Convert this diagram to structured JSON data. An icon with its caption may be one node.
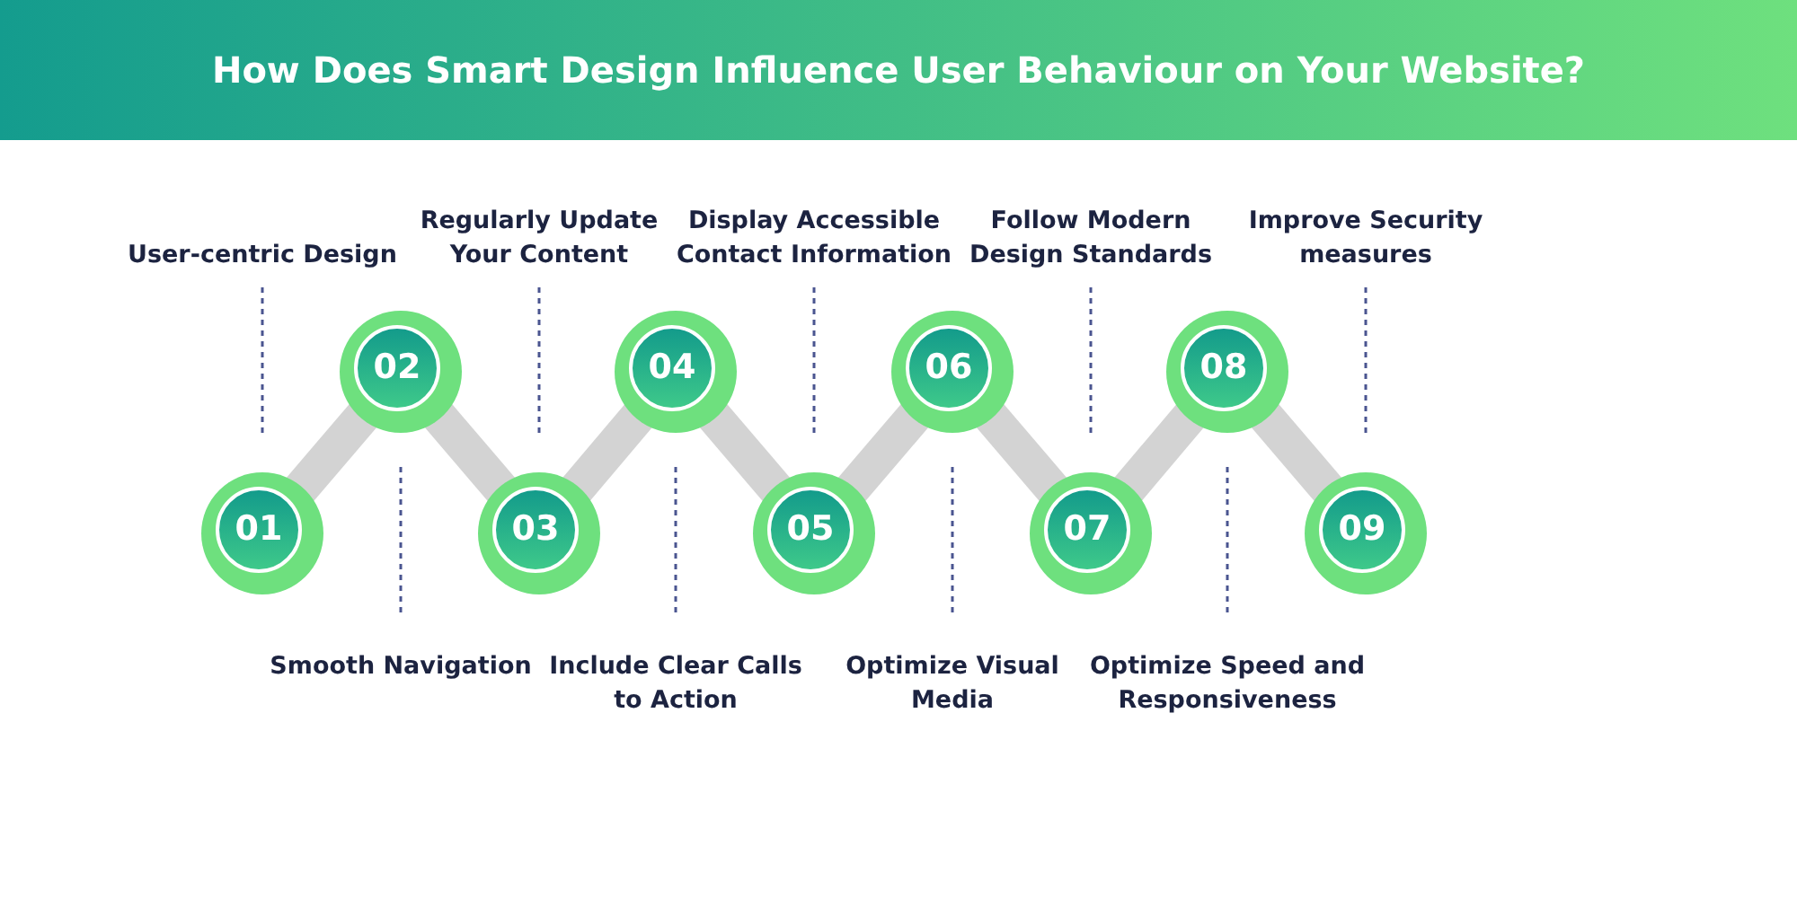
{
  "diagram": {
    "title": "How Does Smart Design Influence User Behaviour on Your Website?",
    "nodes": [
      {
        "text": [
          "01"
        ]
      },
      {
        "text": [
          "02"
        ]
      },
      {
        "text": [
          "03"
        ]
      },
      {
        "text": [
          "04"
        ]
      },
      {
        "text": [
          "05"
        ]
      },
      {
        "text": [
          "06"
        ]
      },
      {
        "text": [
          "07"
        ]
      },
      {
        "text": [
          "08"
        ]
      },
      {
        "text": [
          "09"
        ]
      }
    ],
    "edges": [
      {
        "from": 0,
        "to": 1,
        "arrow": "none"
      },
      {
        "from": 1,
        "to": 2,
        "arrow": "none"
      },
      {
        "from": 2,
        "to": 3,
        "arrow": "none"
      },
      {
        "from": 3,
        "to": 4,
        "arrow": "none"
      },
      {
        "from": 4,
        "to": 5,
        "arrow": "none"
      },
      {
        "from": 5,
        "to": 6,
        "arrow": "none"
      },
      {
        "from": 6,
        "to": 7,
        "arrow": "none"
      },
      {
        "from": 7,
        "to": 8,
        "arrow": "none"
      }
    ],
    "labels": [
      "User-centric Design",
      "Regularly Update Your Content",
      "Display Accessible Contact Information",
      "Follow Modern Design Standards",
      "Improve Security measures",
      "Smooth Navigation",
      "Include Clear Calls to Action",
      "Optimize Visual Media",
      "Optimize Speed and Responsiveness"
    ]
  }
}
